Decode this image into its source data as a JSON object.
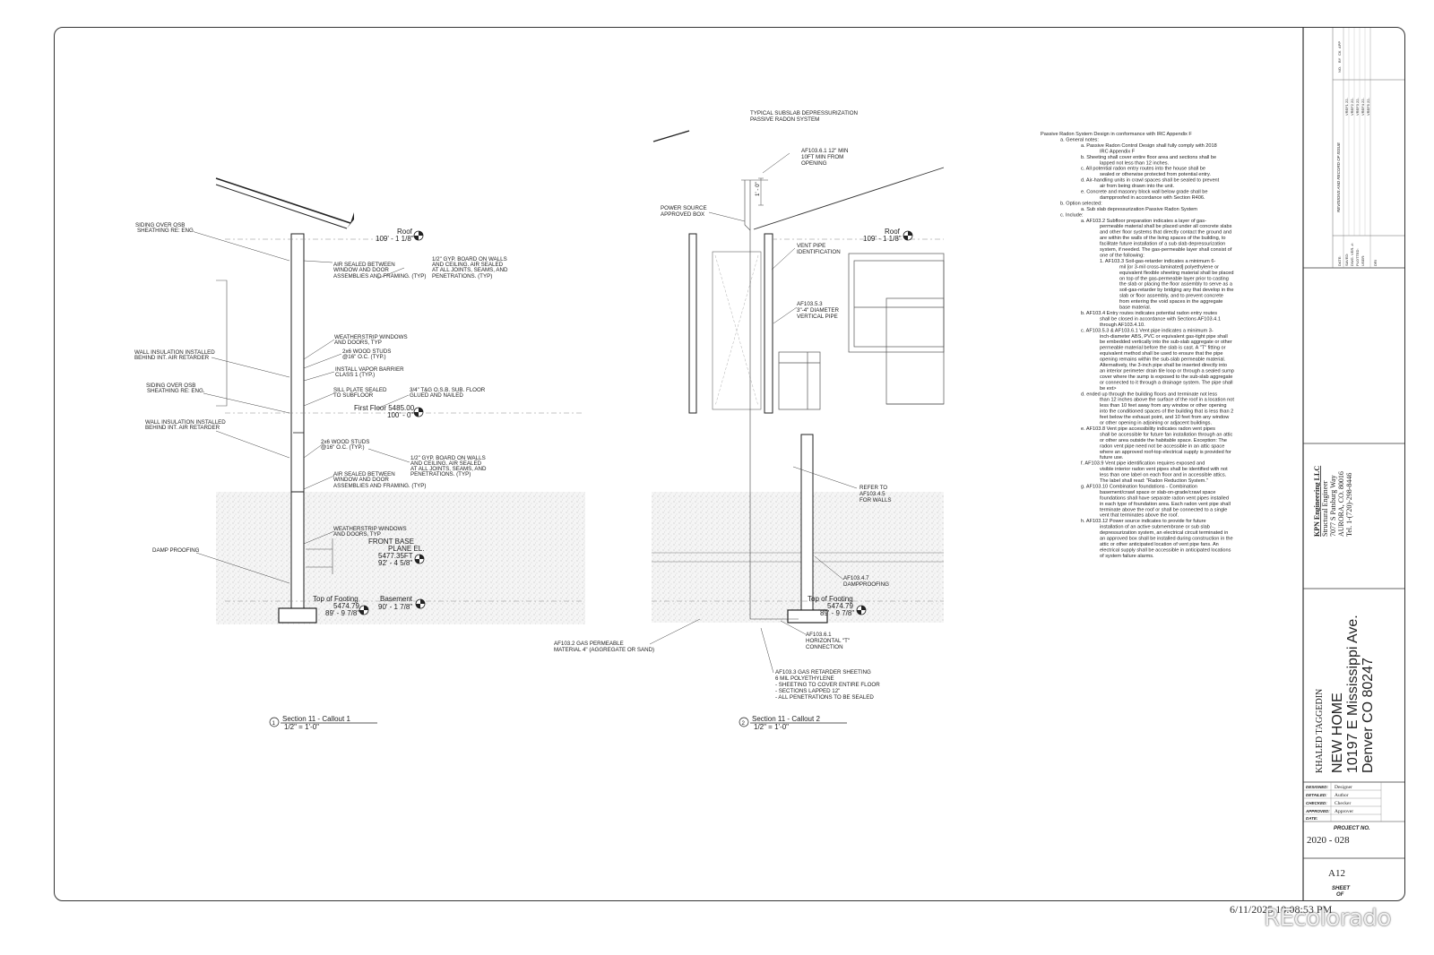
{
  "section1": {
    "title": "Section 11 - Callout 1",
    "scale": "1/2\" = 1'-0\"",
    "number": "1",
    "labels": {
      "siding_upper_1": "SIDING OVER OSB",
      "siding_upper_2": "SHEATHING RE: ENG.",
      "air_sealed_1": "AIR SEALED BETWEEN",
      "air_sealed_2": "WINDOW AND DOOR",
      "air_sealed_3": "ASSEMBLIES AND FRAMING. (TYP)",
      "gyp_1": "1/2\" GYP. BOARD ON WALLS",
      "gyp_2": "AND CEILING. AIR SEALED",
      "gyp_3": "AT ALL JOINTS, SEAMS, AND",
      "gyp_4": "PENETRATIONS. (TYP)",
      "wall_ins_1": "WALL INSULATION INSTALLED",
      "wall_ins_2": "BEHIND INT. AIR RETARDER",
      "weather_1": "WEATHERSTRIP WINDOWS",
      "weather_2": "AND DOORS, TYP",
      "studs_1": "2x6 WOOD STUDS",
      "studs_2": "@16\" O.C. (TYP.)",
      "vapor_1": "INSTALL VAPOR BARRIER",
      "vapor_2": "CLASS 1 (TYP.)",
      "siding_lower_1": "SIDING OVER OSB",
      "siding_lower_2": "SHEATHING RE: ENG.",
      "sill_1": "SILL PLATE SEALED",
      "sill_2": "TO SUBFLOOR",
      "tg_1": "3/4\" T&G O.S.B. SUB. FLOOR",
      "tg_2": "GLUED AND NAILED",
      "wall_ins2_1": "WALL INSULATION INSTALLED",
      "wall_ins2_2": "BEHIND INT. AIR RETARDER",
      "studs2_1": "2x6 WOOD STUDS",
      "studs2_2": "@16\" O.C. (TYP.)",
      "gyp2_1": "1/2\" GYP. BOARD ON WALLS",
      "gyp2_2": "AND CEILING. AIR SEALED",
      "gyp2_3": "AT ALL JOINTS, SEAMS, AND",
      "gyp2_4": "PENETRATIONS. (TYP)",
      "air2_1": "AIR SEALED BETWEEN",
      "air2_2": "WINDOW AND DOOR",
      "air2_3": "ASSEMBLIES AND FRAMING. (TYP)",
      "weather2_1": "WEATHERSTRIP WINDOWS",
      "weather2_2": "AND DOORS, TYP",
      "damp": "DAMP PROOFING"
    },
    "levels": {
      "roof_name": "Roof",
      "roof_elev": "109' - 1 1/8\"",
      "first_name": "First Floor 5485.00",
      "first_elev": "100' - 0\"",
      "front_1": "FRONT BASE",
      "front_2": "PLANE EL.",
      "front_3": "5477.35FT",
      "front_4": "92' - 4 5/8\"",
      "tof_name": "Top of Footing",
      "tof_1": "5474.79",
      "tof_2": "89' - 9 7/8\"",
      "base_name": "Basement",
      "base_elev": "90' - 1 7/8\""
    }
  },
  "section2": {
    "title": "Section 11 - Callout 2",
    "scale": "1/2\" = 1'-0\"",
    "number": "2",
    "labels": {
      "typ_1": "TYPICAL SUBSLAB DEPRESSURIZATION",
      "typ_2": "PASSIVE RADON SYSTEM",
      "af6112_1": "AF103.6.1 12\" MIN",
      "af6112_2": "10FT MIN FROM",
      "af6112_3": "OPENING",
      "power_1": "POWER SOURCE",
      "power_2": "APPROVED BOX",
      "vent_id_1": "VENT PIPE",
      "vent_id_2": "IDENTIFICATION",
      "af53_1": "AF103.5.3",
      "af53_2": "3\"-4\" DIAMETER",
      "af53_3": "VERTICAL PIPE",
      "dim": "1' - 0\"",
      "refer_1": "REFER TO",
      "refer_2": "AF103.4.5",
      "refer_3": "FOR WALLS",
      "af47_1": "AF103.4.7",
      "af47_2": "DAMPPROOFING",
      "af61_1": "AF103.6.1",
      "af61_2": "HORIZONTAL \"T\"",
      "af61_3": "CONNECTION",
      "af32_1": "AF103.2 GAS PERMEABLE",
      "af32_2": "MATERIAL 4\" (AGGREGATE OR SAND)",
      "af33_1": "AF103.3 GAS RETARDER SHEETING",
      "af33_2": "6 MIL POLYETHYLENE",
      "af33_3": "- SHEETING TO COVER ENTIRE FLOOR",
      "af33_4": "- SECTIONS LAPPED 12\"",
      "af33_5": "- ALL PENETRATIONS TO BE SEALED"
    },
    "levels": {
      "roof_name": "Roof",
      "roof_elev": "109' - 1 1/8\"",
      "tof_name": "Top of Footing",
      "tof_1": "5474.79",
      "tof_2": "89' - 9 7/8\""
    }
  },
  "notes": [
    {
      "x": 0,
      "t": "Passive Radon System Design in conformance with IRC Appendix F"
    },
    {
      "x": 1,
      "t": "a.      General notes:"
    },
    {
      "x": 2,
      "t": "a.      Passive Radon Control Design shall fully comply with 2018"
    },
    {
      "x": 3,
      "t": "IRC Appendix F"
    },
    {
      "x": 2,
      "t": "b.      Sheeting shall cover entire floor area and sections shall be"
    },
    {
      "x": 3,
      "t": "lapped not less than 12 inches."
    },
    {
      "x": 2,
      "t": "c.      All potential radon entry routes into the house shall be"
    },
    {
      "x": 3,
      "t": "sealed or otherwise protected from potential entry."
    },
    {
      "x": 2,
      "t": "d.      Air-handling units in crawl spaces shall be sealed to prevent"
    },
    {
      "x": 3,
      "t": "air from being drawn into the unit."
    },
    {
      "x": 2,
      "t": "e.      Concrete and masonry block wall below grade shall be"
    },
    {
      "x": 3,
      "t": "dampproofed in accordance with Section R406."
    },
    {
      "x": 1,
      "t": "b.      Option selected:"
    },
    {
      "x": 2,
      "t": "a.      Sub slab depressurization Passive Radon System"
    },
    {
      "x": 1,
      "t": "c.      Include:"
    },
    {
      "x": 2,
      "t": "a.      AF103.2 Subfloor preparation indicates a layer of gas-"
    },
    {
      "x": 3,
      "t": "permeable material shall be placed under all concrete slabs"
    },
    {
      "x": 3,
      "t": "and other floor systems that directly contact the ground and"
    },
    {
      "x": 3,
      "t": "are within the walls of the living spaces of the building, to"
    },
    {
      "x": 3,
      "t": "facilitate future installation of a sub slab depressurization"
    },
    {
      "x": 3,
      "t": "system, if needed. The gas-permeable layer shall consist of"
    },
    {
      "x": 3,
      "t": "one of the following:"
    },
    {
      "x": 3,
      "t": "1.      AF103.3 Soil-gas-retarder indicates a minimum 6-"
    },
    {
      "x": 4,
      "t": "mil [or 3-mil cross-laminated] polyethylene or"
    },
    {
      "x": 4,
      "t": "equivalent flexible sheeting material shall be placed"
    },
    {
      "x": 4,
      "t": "on top of the gas-permeable layer prior to casting"
    },
    {
      "x": 4,
      "t": "the slab or placing the floor assembly to serve as a"
    },
    {
      "x": 4,
      "t": "soil-gas-retarder by bridging any that develop in the"
    },
    {
      "x": 4,
      "t": "slab or floor assembly, and to prevent concrete"
    },
    {
      "x": 4,
      "t": "from entering the void spaces in the aggregate"
    },
    {
      "x": 4,
      "t": "base material."
    },
    {
      "x": 2,
      "t": "b.      AF103.4 Entry routes indicates potential radon entry routes"
    },
    {
      "x": 3,
      "t": "shall be closed in accordance with Sections AF103.4.1"
    },
    {
      "x": 3,
      "t": "through AF103.4.10."
    },
    {
      "x": 2,
      "t": "c.      AF103.5.3 & AF103.6.1 Vent pipe indicates a minimum 3-"
    },
    {
      "x": 3,
      "t": "inch-diameter ABS, PVC or equivalent gas-tight pipe shall"
    },
    {
      "x": 3,
      "t": "be embedded vertically into the sub-slab aggregate or other"
    },
    {
      "x": 3,
      "t": "permeable material before the slab is cast. A \"T\" fitting or"
    },
    {
      "x": 3,
      "t": "equivalent method shall be used to ensure that the pipe"
    },
    {
      "x": 3,
      "t": "opening remains within the sub-slab permeable material."
    },
    {
      "x": 3,
      "t": "Alternatively, the 3-inch pipe shall be inserted directly into"
    },
    {
      "x": 3,
      "t": "an interior perimeter drain tile loop or through a sealed sump"
    },
    {
      "x": 3,
      "t": "cover where the sump is exposed to the sub-slab aggregate"
    },
    {
      "x": 3,
      "t": "or connected to it through a drainage system. The pipe shall"
    },
    {
      "x": 3,
      "t": "be ext>"
    },
    {
      "x": 2,
      "t": "d.      ended up through the building floors and terminate not less"
    },
    {
      "x": 3,
      "t": "than 12 inches above the surface of the roof in a location not"
    },
    {
      "x": 3,
      "t": "less than 10 feet away from any window or other opening"
    },
    {
      "x": 3,
      "t": "into the conditioned spaces of the building that is less than 2"
    },
    {
      "x": 3,
      "t": "feet below the exhaust point, and 10 feet from any window"
    },
    {
      "x": 3,
      "t": "or other opening in adjoining or adjacent buildings."
    },
    {
      "x": 2,
      "t": "e.      AF103.8 Vent pipe accessibility indicates radon vent pipes"
    },
    {
      "x": 3,
      "t": "shall be accessible for future fan installation through an attic"
    },
    {
      "x": 3,
      "t": "or other area outside the habitable space. Exception: The"
    },
    {
      "x": 3,
      "t": "radon vent pipe need not be accessible in an attic space"
    },
    {
      "x": 3,
      "t": "where an approved roof-top electrical supply is provided for"
    },
    {
      "x": 3,
      "t": "future use."
    },
    {
      "x": 2,
      "t": "f.      AF103.9 Vent pipe identification requires exposed and"
    },
    {
      "x": 3,
      "t": "visible interior radon vent pipes shall be identified with not"
    },
    {
      "x": 3,
      "t": "less than one label on each floor and in accessible attics."
    },
    {
      "x": 3,
      "t": "The label shall read: \"Radon Reduction System.\""
    },
    {
      "x": 2,
      "t": "g.      AF103.10 Combination foundations - Combination"
    },
    {
      "x": 3,
      "t": "basement/crawl space or slab-on-grade/crawl space"
    },
    {
      "x": 3,
      "t": "foundations shall have separate radon vent pipes installed"
    },
    {
      "x": 3,
      "t": "in each type of foundation area. Each radon vent pipe shall"
    },
    {
      "x": 3,
      "t": "terminate above the roof or shall be connected to a single"
    },
    {
      "x": 3,
      "t": "vent that terminates above the roof."
    },
    {
      "x": 2,
      "t": "h.      AF103.12 Power source indicates to provide for future"
    },
    {
      "x": 3,
      "t": "installation of an active submembrane or sub slab"
    },
    {
      "x": 3,
      "t": "depressurization system, an electrical circuit terminated in"
    },
    {
      "x": 3,
      "t": "an approved box shall be installed during construction in the"
    },
    {
      "x": 3,
      "t": "attic or other anticipated location of vent pipe fans. An"
    },
    {
      "x": 3,
      "t": "electrical supply shall be accessible in anticipated locations"
    },
    {
      "x": 3,
      "t": "of system failure alarms."
    }
  ],
  "title_block": {
    "revisions_header": "REVISIONS AND RECORD OF ISSUE",
    "rev_cols": [
      "NO.",
      "BY",
      "CK",
      "APP"
    ],
    "rev_rows": [
      "VREF1 22-",
      "VREF2 22-",
      "VREF3 22-",
      "VREF4 22-",
      "VREF5 22-"
    ],
    "info_labels": [
      "DATE:",
      "SAVED:",
      "DWG. VER. #:",
      "PLOTTED:",
      "USER:"
    ],
    "info_small": "DRI",
    "engineer": [
      "KPN Engineering LLC",
      "Structural Engineer",
      "7077 S Patsburg Way",
      "AURORA, CO. 80016",
      "Tel. 1-(720)-298-8446"
    ],
    "owner": "KHALED TAGGEDIN",
    "project_name": "NEW HOME",
    "address_1": "10197 E Mississippi Ave.",
    "address_2": "Denver CO 80247",
    "roles": [
      {
        "label": "DESIGNED:",
        "value": "Designer"
      },
      {
        "label": "DETAILED:",
        "value": "Author"
      },
      {
        "label": "CHECKED:",
        "value": "Checker"
      },
      {
        "label": "APPROVED:",
        "value": "Approver"
      },
      {
        "label": "DATE:",
        "value": ""
      }
    ],
    "project_no_label": "PROJECT NO.",
    "project_no": "2020 - 028",
    "sheet_no": "A12",
    "sheet_label": "SHEET",
    "of_label": "OF"
  },
  "footer": {
    "timestamp": "6/11/2025 10:08:53 PM",
    "watermark": "REcolorado"
  }
}
